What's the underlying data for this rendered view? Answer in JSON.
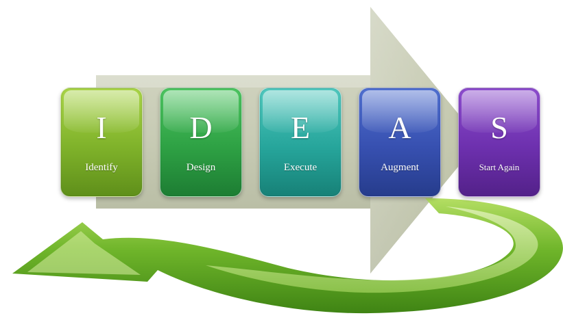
{
  "diagram": {
    "steps": [
      {
        "letter": "I",
        "label": "Identify"
      },
      {
        "letter": "D",
        "label": "Design"
      },
      {
        "letter": "E",
        "label": "Execute"
      },
      {
        "letter": "A",
        "label": "Augment"
      },
      {
        "letter": "S",
        "label": "Start Again"
      }
    ]
  },
  "colors": {
    "identify": "#7fb22a",
    "design": "#2ea144",
    "execute": "#26a59b",
    "augment": "#3750b0",
    "start_again": "#6d30ae",
    "arrow_gray": "#c9cdb8",
    "loop_green": "#5aa61e"
  },
  "icons": {
    "process_arrow": "right-arrow-icon",
    "loop_arrow": "curved-return-arrow-icon"
  }
}
